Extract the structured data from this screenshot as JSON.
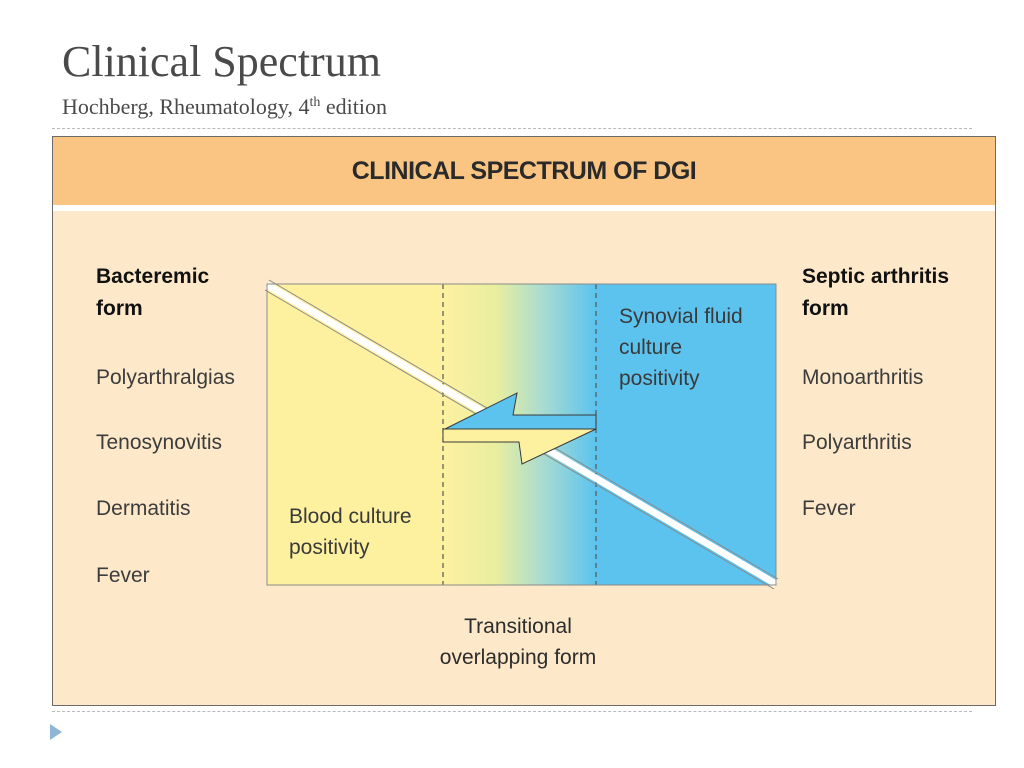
{
  "slide": {
    "title": "Clinical Spectrum",
    "subtitle_main": "Hochberg, Rheumatology, 4",
    "subtitle_sup": "th",
    "subtitle_end": " edition"
  },
  "figure": {
    "title": "CLINICAL SPECTRUM OF DGI",
    "left_column": {
      "heading_line1": "Bacteremic",
      "heading_line2": "form",
      "items": [
        "Polyarthralgias",
        "Tenosynovitis",
        "Dermatitis",
        "Fever"
      ]
    },
    "right_column": {
      "heading_line1": "Septic arthritis",
      "heading_line2": "form",
      "items": [
        "Monoarthritis",
        "Polyarthritis",
        "Fever"
      ]
    },
    "blood_culture_line1": "Blood culture",
    "blood_culture_line2": "positivity",
    "synovial_line1": "Synovial fluid",
    "synovial_line2": "culture",
    "synovial_line3": "positivity",
    "transitional_line1": "Transitional",
    "transitional_line2": "overlapping form"
  },
  "colors": {
    "header_band": "#fac583",
    "panel_background": "#fde9c9",
    "bacteremic_yellow": "#fdf1a0",
    "septic_blue": "#5cc3ee",
    "arrow_blue": "#5cc3ee",
    "arrow_yellow": "#fdf1a0"
  }
}
